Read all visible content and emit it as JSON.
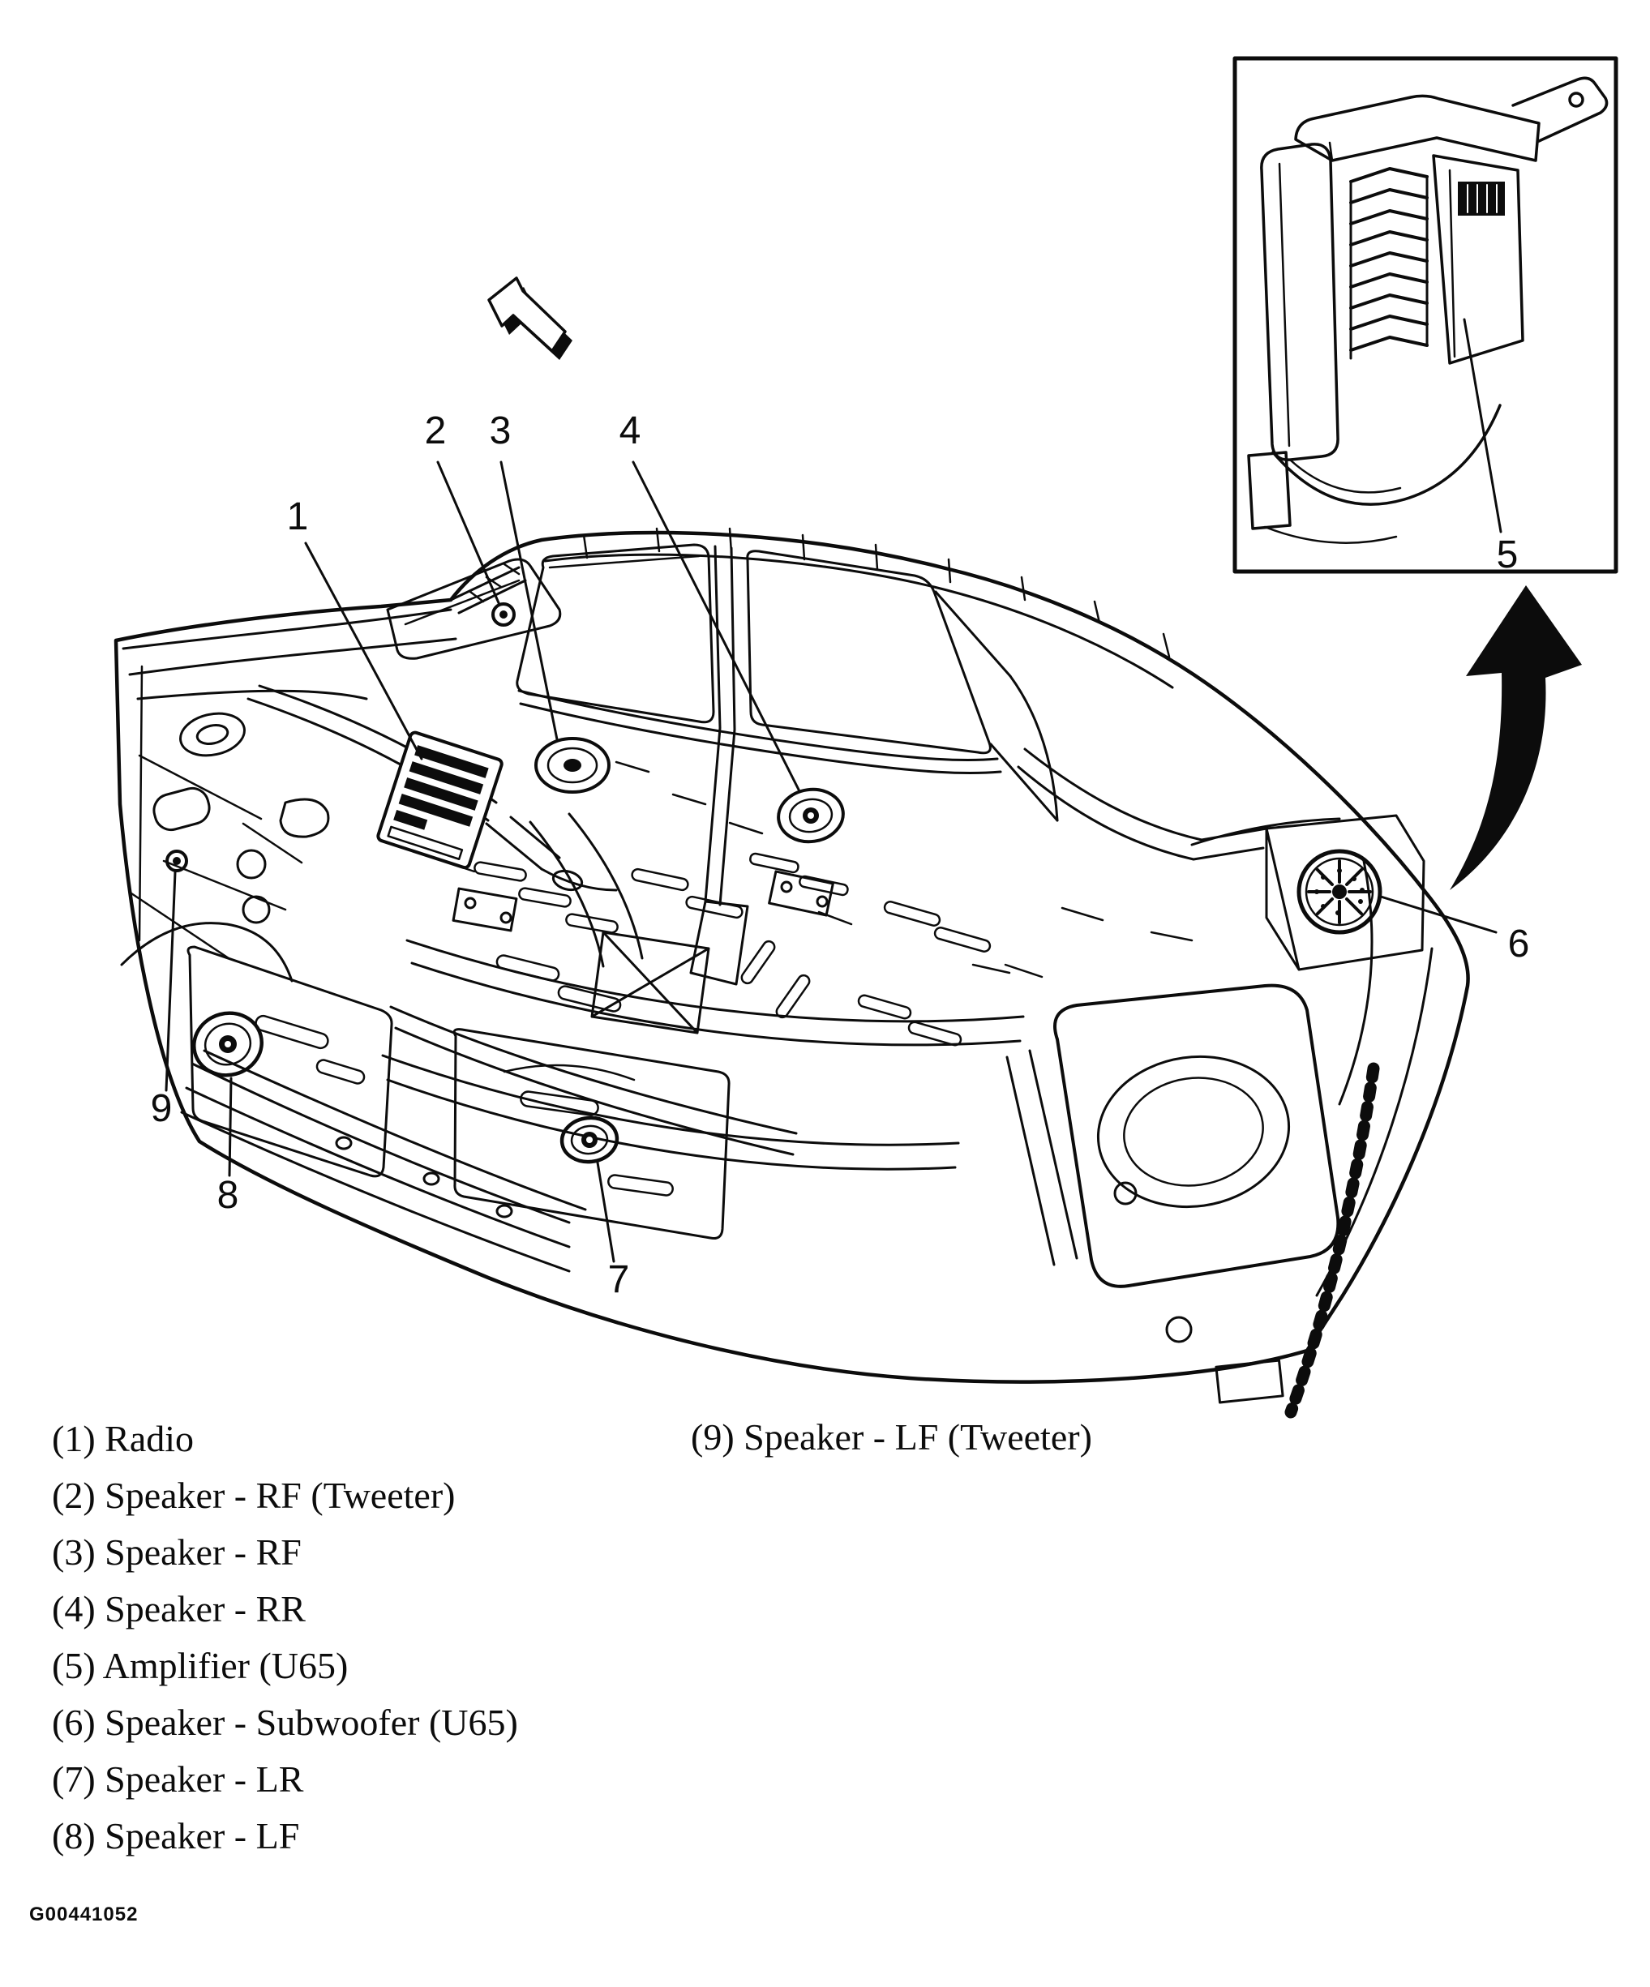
{
  "figure": {
    "id": "G00441052",
    "type": "vehicle audio component location diagram",
    "colors": {
      "ink": "#0c0c0c",
      "paper": "#ffffff"
    }
  },
  "callouts": {
    "c1": "1",
    "c2": "2",
    "c3": "3",
    "c4": "4",
    "c5": "5",
    "c6": "6",
    "c7": "7",
    "c8": "8",
    "c9": "9"
  },
  "legend": {
    "left": [
      {
        "text": "(1) Radio"
      },
      {
        "text": "(2) Speaker - RF (Tweeter)"
      },
      {
        "text": "(3) Speaker - RF"
      },
      {
        "text": "(4) Speaker - RR"
      },
      {
        "text": "(5) Amplifier (U65)"
      },
      {
        "text": "(6) Speaker - Subwoofer (U65)"
      },
      {
        "text": "(7) Speaker - LR"
      },
      {
        "text": "(8) Speaker - LF"
      }
    ],
    "right": [
      {
        "text": "(9) Speaker - LF (Tweeter)"
      }
    ]
  },
  "icons": {
    "direction_arrow": "block-arrow-up-left",
    "inset_arrow": "curved-arrow-to-inset"
  }
}
